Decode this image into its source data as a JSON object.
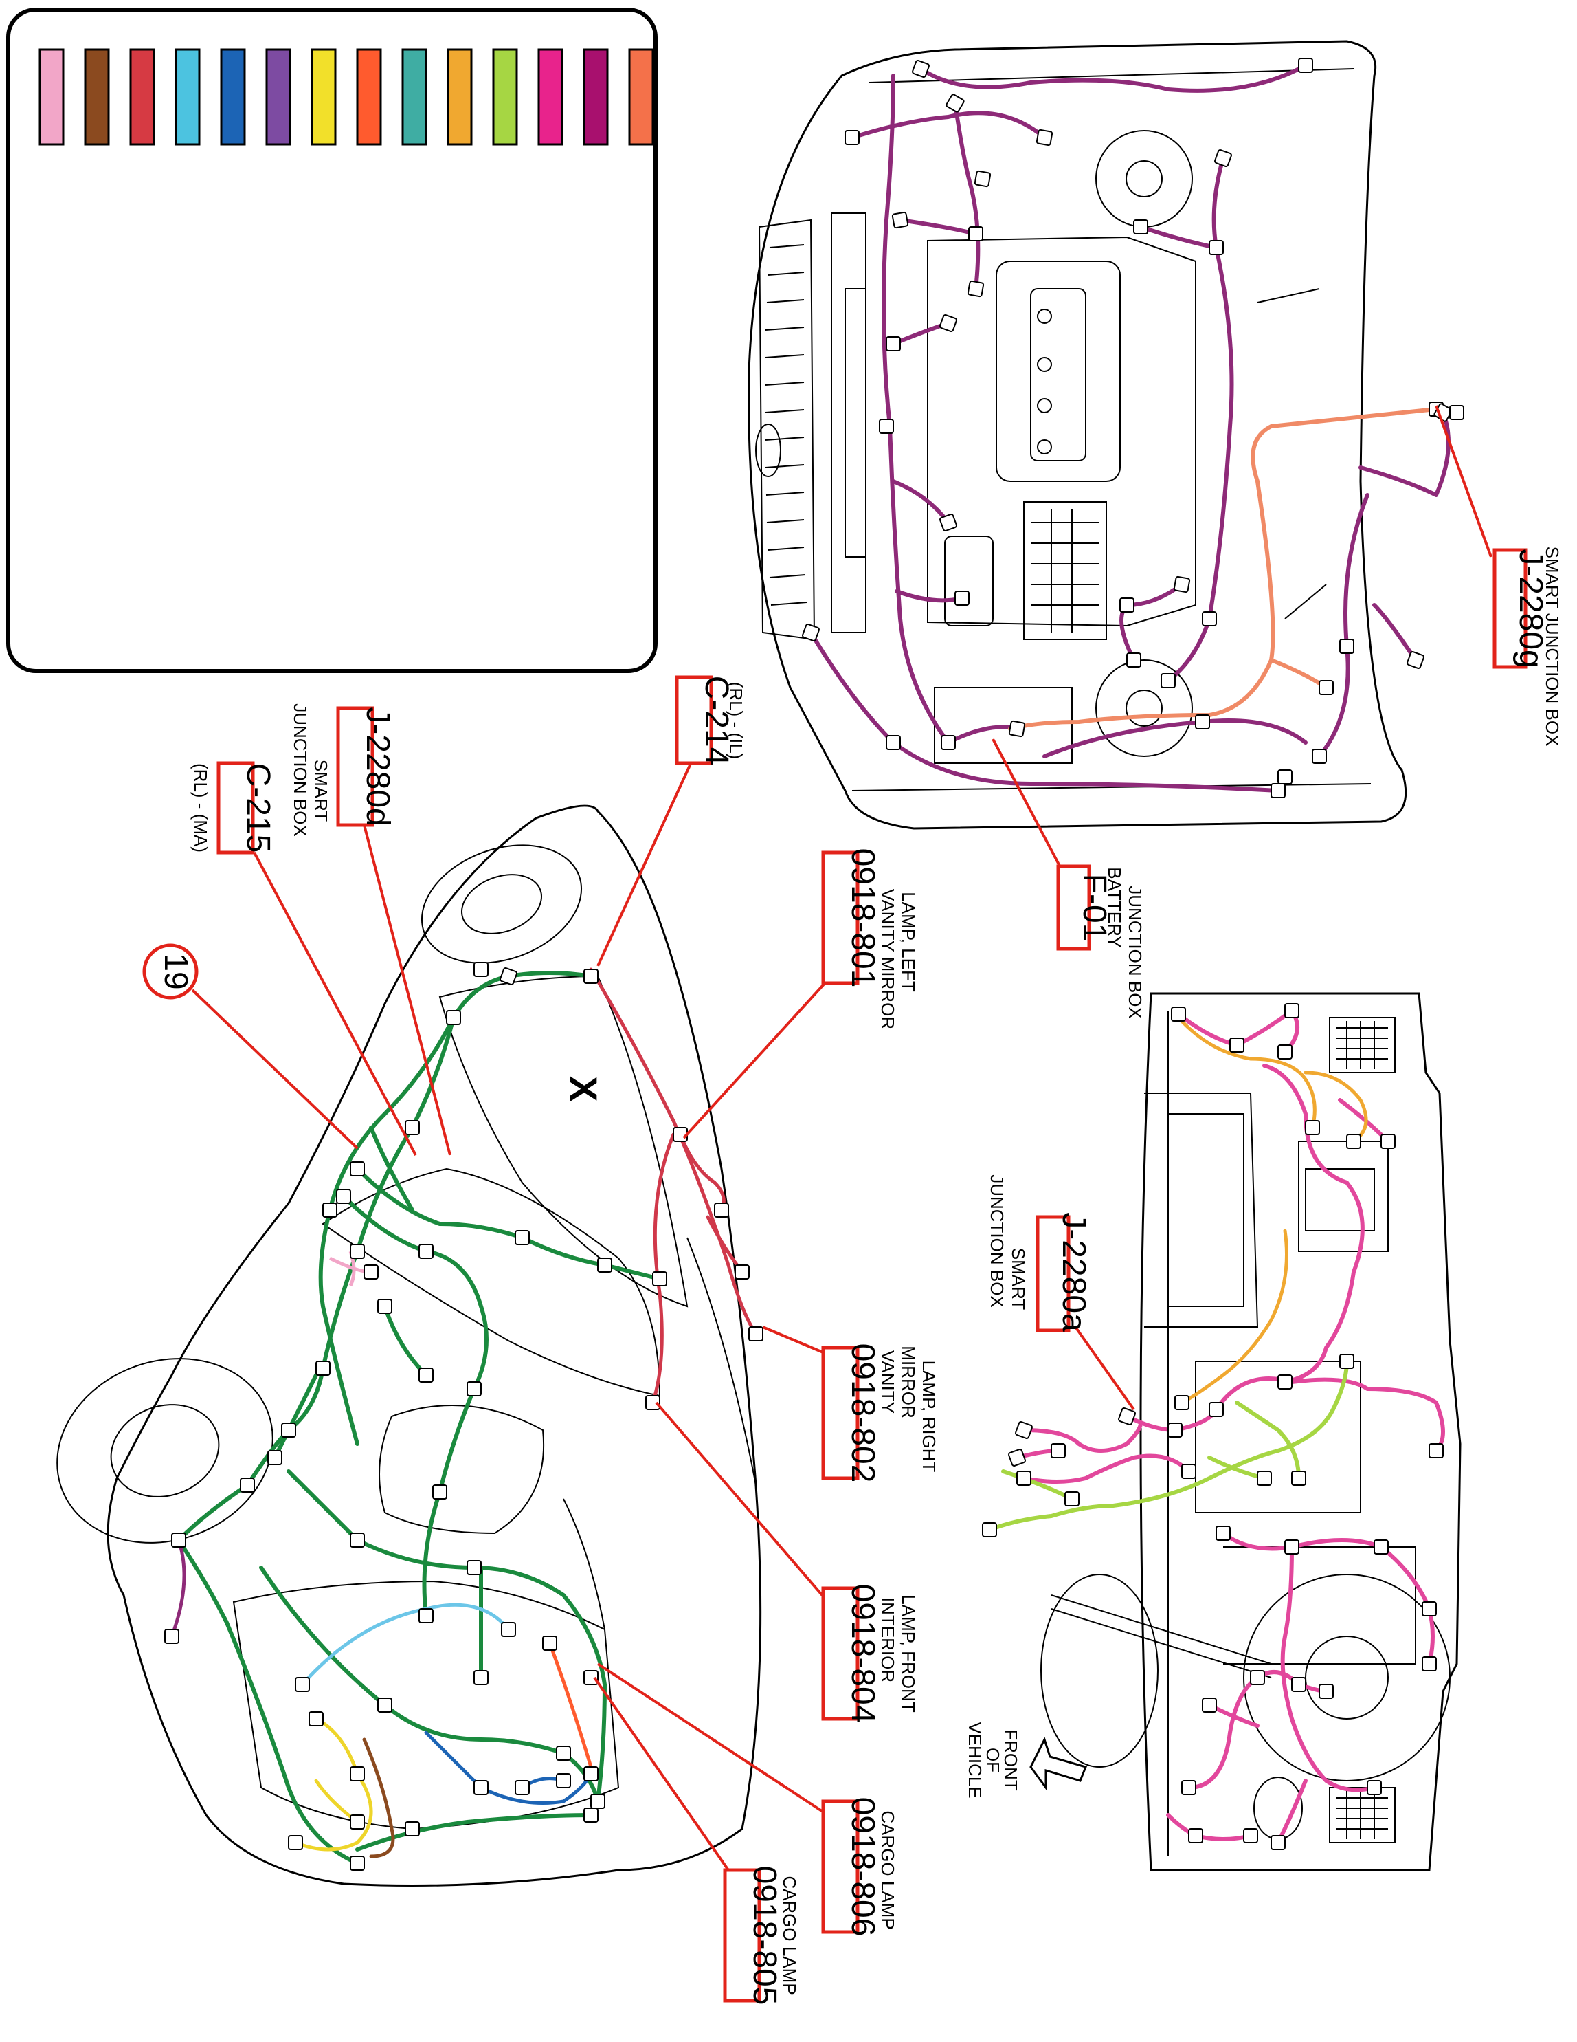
{
  "legend": {
    "swatches": [
      "#f2a6c8",
      "#8b4a1f",
      "#d63a43",
      "#4cc3e0",
      "#1c64b5",
      "#7d4ba2",
      "#f2e02a",
      "#ff5b2e",
      "#3fada3",
      "#f0a830",
      "#a6d643",
      "#e8238c",
      "#a8106e",
      "#f4714a"
    ]
  },
  "wire_colors": {
    "purple": "#8e2a78",
    "salmon": "#f08a66",
    "pink": "#e2479c",
    "lime": "#a6d643",
    "orange": "#f0a830",
    "green": "#1a8a3e",
    "red": "#d0384a",
    "yellow": "#eed52a",
    "blue": "#1c64b5",
    "cyan": "#6cc6e8",
    "brown": "#8b4a1f",
    "callout": "#e2231a"
  },
  "engine_bay": {
    "callouts": {
      "j2280g": {
        "id": "J-2280g",
        "desc": "SMART JUNCTION BOX"
      },
      "f01": {
        "id": "F-01",
        "desc1": "BATTERY",
        "desc2": "JUNCTION BOX"
      }
    }
  },
  "interior": {
    "callouts": {
      "j2280a": {
        "id": "J-2280a",
        "desc1": "SMART",
        "desc2": "JUNCTION BOX"
      }
    },
    "orientation": {
      "line1": "FRONT",
      "line2": "OF",
      "line3": "VEHICLE"
    }
  },
  "vehicle": {
    "x_mark": "X",
    "callouts": {
      "c214": {
        "id": "C-214",
        "desc": "(RL) - (IL)"
      },
      "j2280d": {
        "id": "J-2280d",
        "desc1": "SMART",
        "desc2": "JUNCTION BOX"
      },
      "c215": {
        "id": "C-215",
        "desc": "(RL) - (MA)"
      },
      "ground19": {
        "id": "19"
      },
      "lamp801": {
        "id": "0918-801",
        "desc1": "VANITY MIRROR",
        "desc2": "LAMP, LEFT"
      },
      "lamp802": {
        "id": "0918-802",
        "desc1": "VANITY",
        "desc2": "MIRROR",
        "desc3": "LAMP, RIGHT"
      },
      "lamp804": {
        "id": "0918-804",
        "desc1": "INTERIOR",
        "desc2": "LAMP, FRONT"
      },
      "lamp806": {
        "id": "0918-806",
        "desc1": "CARGO LAMP"
      },
      "lamp805": {
        "id": "0918-805",
        "desc1": "CARGO LAMP"
      }
    }
  }
}
